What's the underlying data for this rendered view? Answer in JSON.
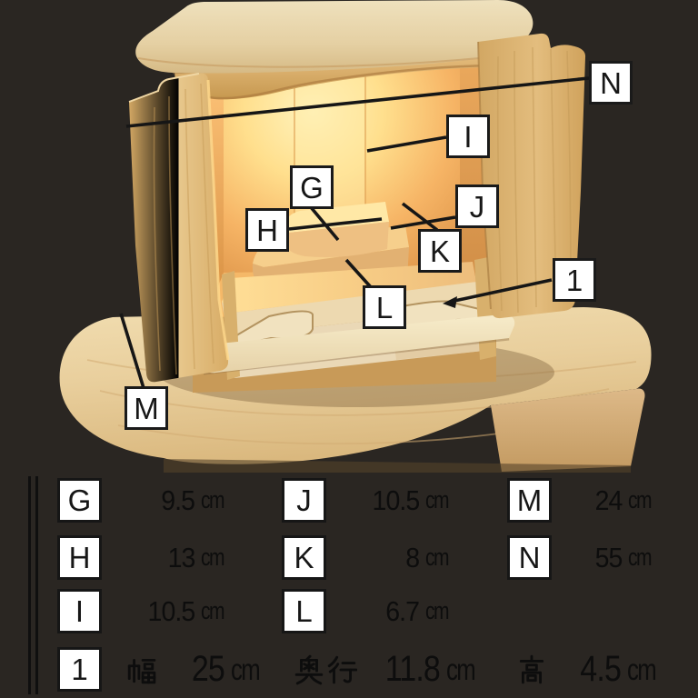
{
  "photo": {
    "description": "Light natural-wood butsudan altar with open doors, glowing interior, inner dais steps, slide-out shelf and carved drawer, sitting on a low wooden chest",
    "labels": [
      "G",
      "H",
      "I",
      "J",
      "K",
      "L",
      "M",
      "N",
      "1"
    ]
  },
  "table": {
    "rows": [
      {
        "cells": [
          {
            "key": "G",
            "value": "9.5",
            "unit": "cm"
          },
          {
            "key": "J",
            "value": "10.5",
            "unit": "cm"
          },
          {
            "key": "M",
            "value": "24",
            "unit": "cm"
          }
        ]
      },
      {
        "cells": [
          {
            "key": "H",
            "value": "13",
            "unit": "cm"
          },
          {
            "key": "K",
            "value": "8",
            "unit": "cm"
          },
          {
            "key": "N",
            "value": "55",
            "unit": "cm"
          }
        ]
      },
      {
        "cells": [
          {
            "key": "I",
            "value": "10.5",
            "unit": "cm"
          },
          {
            "key": "L",
            "value": "6.7",
            "unit": "cm"
          }
        ]
      }
    ],
    "summary_row": {
      "key": "1",
      "dims": [
        {
          "label": "幅",
          "value": "25",
          "unit": "cm"
        },
        {
          "label": "奥行",
          "value": "11.8",
          "unit": "cm"
        },
        {
          "label": "高",
          "value": "4.5",
          "unit": "cm"
        }
      ]
    }
  },
  "colors": {
    "background": "#2a2622",
    "label_box_bg": "#ffffff",
    "pointer_line": "#161616"
  }
}
